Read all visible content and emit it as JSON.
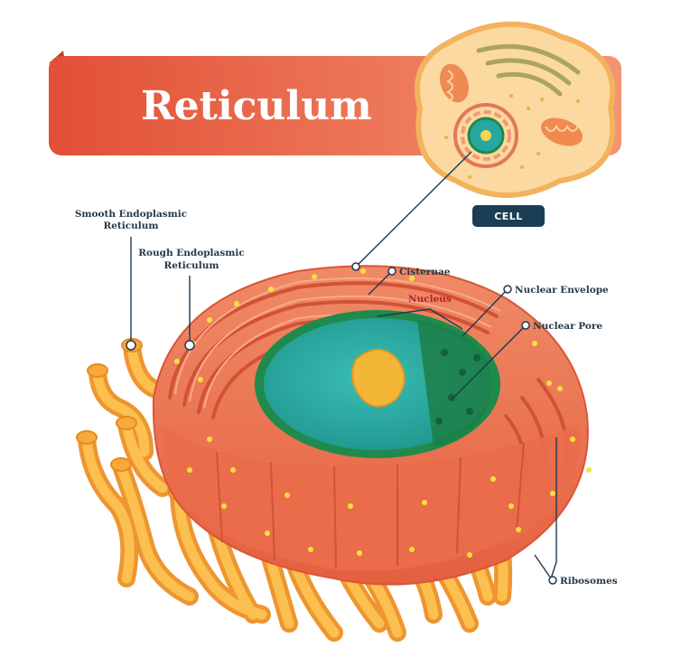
{
  "title": "Reticulum",
  "cell_badge": "CELL",
  "labels": {
    "smooth_er_line1": "Smooth Endoplasmic",
    "smooth_er_line2": "Reticulum",
    "rough_er_line1": "Rough Endoplasmic",
    "rough_er_line2": "Reticulum",
    "cisternae": "Cisternae",
    "nucleus": "Nucleus",
    "nuclear_envelope": "Nuclear Envelope",
    "nuclear_pore": "Nuclear Pore",
    "ribosomes": "Ribosomes"
  },
  "colors": {
    "banner": "#e4563a",
    "banner_light": "#f08a62",
    "label_text": "#233a4a",
    "nucleus_label": "#b3202a",
    "badge": "#1b3e54",
    "er_orange": "#ef7d5b",
    "smooth_er": "#f7a93a",
    "nucleoplasm": "#28a7a3",
    "envelope": "#1f8a4c",
    "nucleolus": "#f4b636",
    "ribosome": "#f6e33b"
  }
}
